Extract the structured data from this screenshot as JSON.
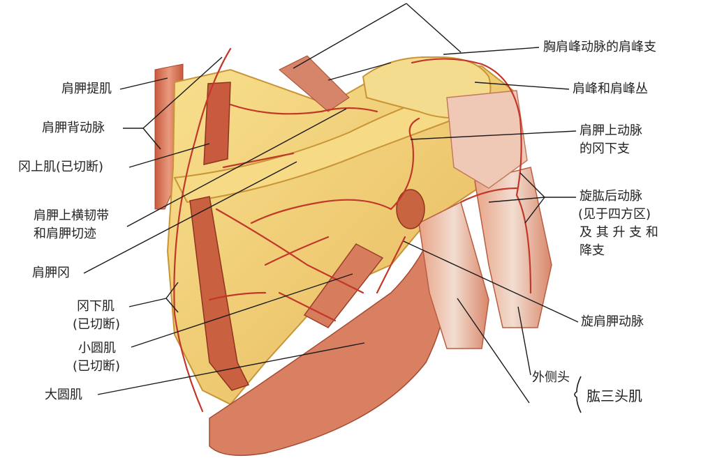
{
  "labels": {
    "levator_scapulae": "肩胛提肌",
    "dorsal_scapular_artery": "肩胛背动脉",
    "supraspinatus_cut_1": "冈上肌(已切断)",
    "transverse_scapular_lig_1": "肩胛上横韧带",
    "transverse_scapular_lig_2": "和肩胛切迹",
    "scapular_spine": "肩胛冈",
    "infraspinatus_1": "冈下肌",
    "infraspinatus_2": "(已切断)",
    "teres_minor_1": "小圆肌",
    "teres_minor_2": "(已切断)",
    "teres_major": "大圆肌",
    "acromial_branch": "胸肩峰动脉的肩峰支",
    "acromion_plexus": "肩峰和肩峰丛",
    "suprascapular_artery_1": "肩胛上动脉",
    "suprascapular_artery_2": "的冈下支",
    "post_circumflex_1": "旋肱后动脉",
    "post_circumflex_2": "(见于四方区)",
    "post_circumflex_3": "及 其 升 支 和",
    "post_circumflex_4": "降支",
    "circumflex_scapular": "旋肩胛动脉",
    "lateral_head": "外侧头",
    "triceps": "肱三头肌"
  },
  "colors": {
    "bone": "#f3d27a",
    "bone_shadow": "#d9a94a",
    "muscle": "#d8775a",
    "muscle_dark": "#b24a32",
    "artery": "#c1372a",
    "leader": "#1a1a1a"
  }
}
